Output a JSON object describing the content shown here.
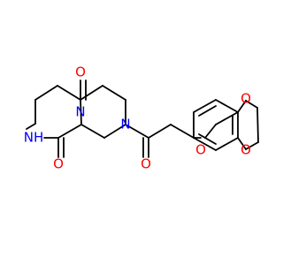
{
  "molecule": {
    "atoms": {
      "o_ketone_top": {
        "symbol": "O",
        "color": "#ff0000"
      },
      "o_ketone_bottom": {
        "symbol": "O",
        "color": "#ff0000"
      },
      "n_amide": {
        "symbol": "NH",
        "color": "#0000ff"
      },
      "n_ring_center": {
        "symbol": "N",
        "color": "#0000ff"
      },
      "n_acyl": {
        "symbol": "N",
        "color": "#0000ff"
      },
      "o_carbonyl_acyl": {
        "symbol": "O",
        "color": "#ff0000"
      },
      "o_ether": {
        "symbol": "O",
        "color": "#ff0000"
      },
      "o_dioxole_upper": {
        "symbol": "O",
        "color": "#ff0000"
      },
      "o_dioxole_lower": {
        "symbol": "O",
        "color": "#ff0000"
      }
    }
  }
}
